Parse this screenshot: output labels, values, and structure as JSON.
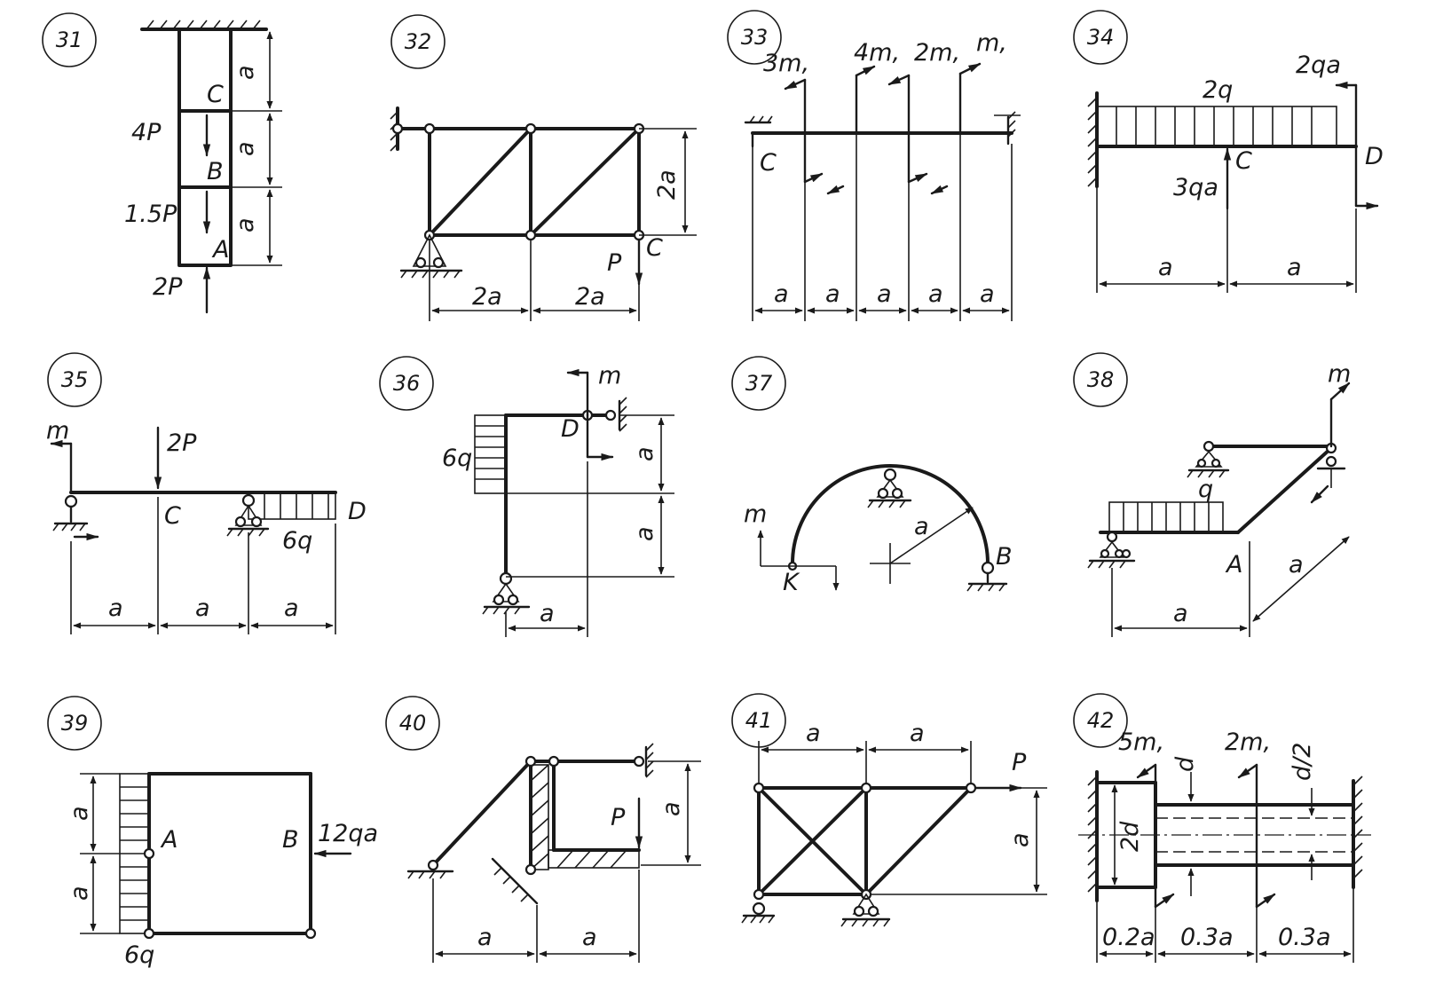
{
  "problems": [
    {
      "number": "31",
      "labels": {
        "C": "C",
        "B": "B",
        "A": "A",
        "load_c": "4P",
        "load_b": "1.5P",
        "load_a": "2P",
        "a1": "a",
        "a2": "a",
        "a3": "a"
      }
    },
    {
      "number": "32",
      "labels": {
        "P": "P",
        "C": "C",
        "h": "2a",
        "d1": "2a",
        "d2": "2a"
      }
    },
    {
      "number": "33",
      "labels": {
        "m1": "3m,",
        "m2": "4m,",
        "m3": "2m,",
        "m4": "m,",
        "C": "C",
        "a1": "a",
        "a2": "a",
        "a3": "a",
        "a4": "a",
        "a5": "a"
      }
    },
    {
      "number": "34",
      "labels": {
        "q": "2q",
        "moment": "2qa",
        "force": "3qa",
        "C": "C",
        "D": "D",
        "a1": "a",
        "a2": "a"
      }
    },
    {
      "number": "35",
      "labels": {
        "m": "m",
        "force": "2P",
        "C": "C",
        "q": "6q",
        "D": "D",
        "a1": "a",
        "a2": "a",
        "a3": "a"
      }
    },
    {
      "number": "36",
      "labels": {
        "m": "m",
        "D": "D",
        "q": "6q",
        "h1": "a",
        "h2": "a",
        "w": "a"
      }
    },
    {
      "number": "37",
      "labels": {
        "m": "m",
        "K": "K",
        "B": "B",
        "r": "a"
      }
    },
    {
      "number": "38",
      "labels": {
        "m": "m",
        "q": "q",
        "A": "A",
        "a1": "a",
        "a2": "a"
      }
    },
    {
      "number": "39",
      "labels": {
        "A": "A",
        "B": "B",
        "force": "12qa",
        "q": "6q",
        "a1": "a",
        "a2": "a"
      }
    },
    {
      "number": "40",
      "labels": {
        "P": "P",
        "h": "a",
        "a1": "a",
        "a2": "a"
      }
    },
    {
      "number": "41",
      "labels": {
        "P": "P",
        "a1": "a",
        "a2": "a",
        "h": "a"
      }
    },
    {
      "number": "42",
      "labels": {
        "m1": "5m,",
        "m2": "2m,",
        "d": "d",
        "d2": "d/2",
        "D": "2d",
        "l1": "0.2a",
        "l2": "0.3a",
        "l3": "0.3a"
      }
    }
  ]
}
